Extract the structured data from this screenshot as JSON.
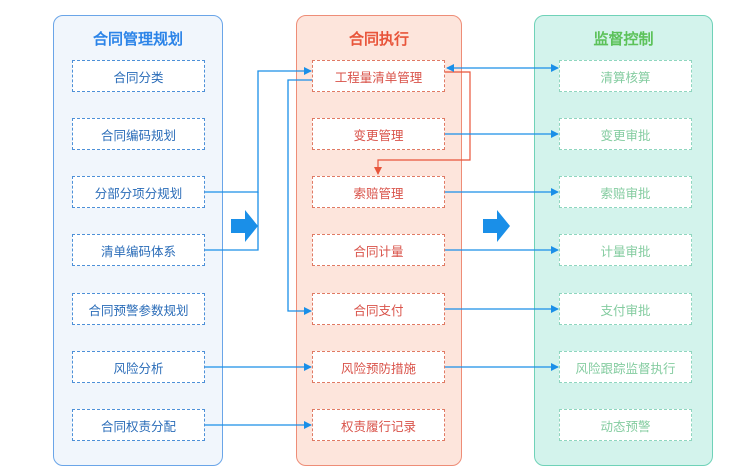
{
  "columns": {
    "planning": {
      "title": "合同管理规划",
      "items": [
        "合同分类",
        "合同编码规划",
        "分部分项分规划",
        "清单编码体系",
        "合同预警参数规划",
        "风险分析",
        "合同权责分配"
      ]
    },
    "execution": {
      "title": "合同执行",
      "items": [
        "工程量清单管理",
        "变更管理",
        "索赔管理",
        "合同计量",
        "合同支付",
        "风险预防措施",
        "权责履行记录"
      ]
    },
    "supervision": {
      "title": "监督控制",
      "items": [
        "清算核算",
        "变更审批",
        "索赔审批",
        "计量审批",
        "支付审批",
        "风险跟踪监督执行",
        "动态预警"
      ]
    }
  },
  "colors": {
    "blue_flow": "#1a8fe8",
    "red_flow": "#e8553b",
    "big_arrow": "#1a8fe8"
  }
}
